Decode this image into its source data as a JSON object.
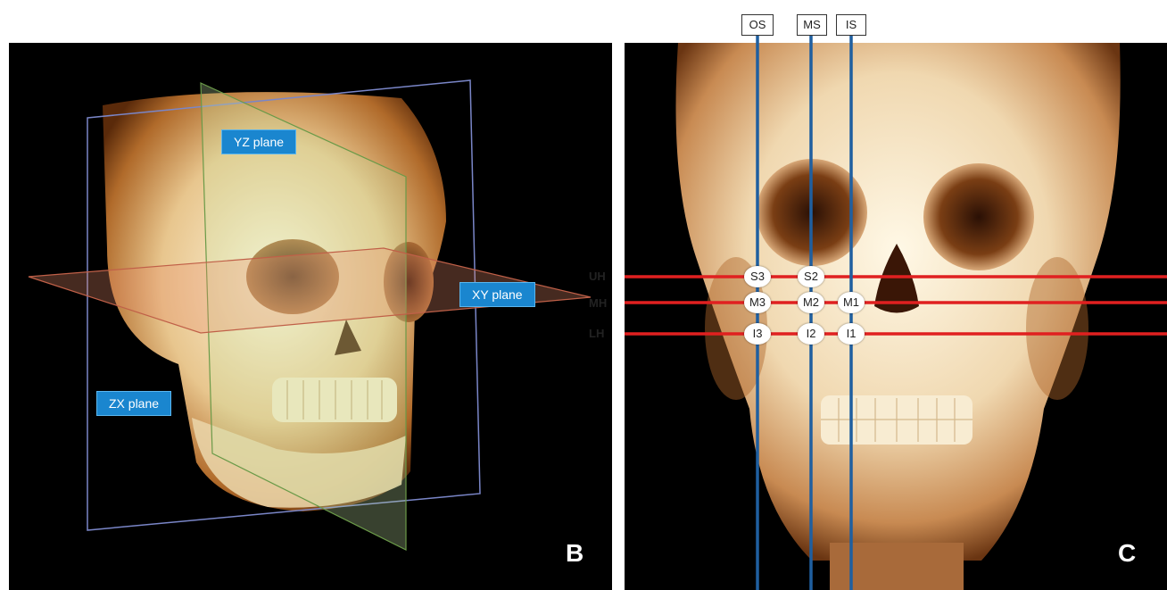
{
  "panel_b": {
    "letter": "B",
    "planes": {
      "yz": "YZ plane",
      "xy": "XY plane",
      "zx": "ZX plane"
    }
  },
  "panel_c": {
    "letter": "C",
    "columns": {
      "os": "OS",
      "ms": "MS",
      "is": "IS"
    },
    "rows": {
      "uh": "UH",
      "mh": "MH",
      "lh": "LH"
    },
    "points": {
      "s3": "S3",
      "s2": "S2",
      "m3": "M3",
      "m2": "M2",
      "m1": "M1",
      "i3": "I3",
      "i2": "I2",
      "i1": "I1"
    }
  },
  "colors": {
    "horizontal_line": "#e02020",
    "vertical_line": "#1f5fa0",
    "label_bg": "#1a86cf"
  }
}
